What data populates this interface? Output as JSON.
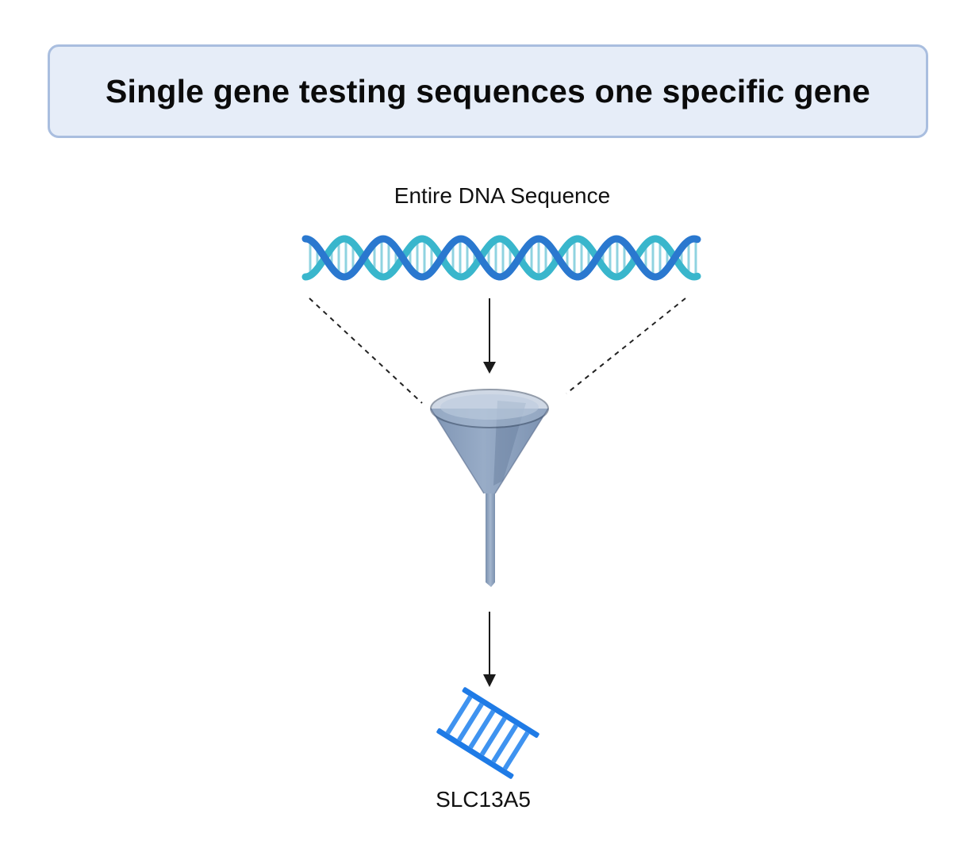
{
  "title": "Single gene testing sequences one specific gene",
  "labels": {
    "dna": "Entire DNA Sequence",
    "gene": "SLC13A5"
  },
  "icons": {
    "dna": "dna-double-helix-icon",
    "funnel": "funnel-icon",
    "gene_fragment": "dna-ladder-fragment-icon"
  },
  "colors": {
    "title_bg": "#e6edf8",
    "title_border": "#a9bedf",
    "helix_dark": "#2a78cf",
    "helix_light": "#39b6cc",
    "funnel": "#8da3c0",
    "gene": "#1f7be6",
    "arrow": "#1a1a1a"
  }
}
